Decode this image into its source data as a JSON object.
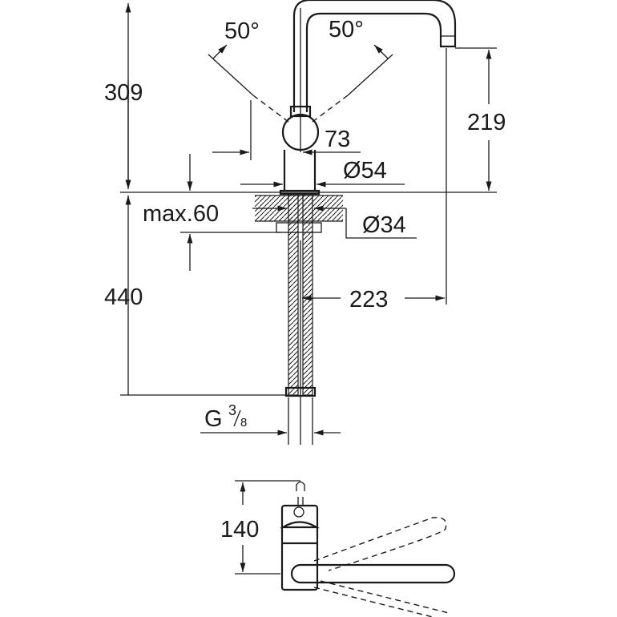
{
  "drawing": {
    "dimensions": {
      "total_height": "309",
      "spout_height": "219",
      "angle_left": "50°",
      "angle_right": "50°",
      "handle_offset": "73",
      "base_diameter": "Ø54",
      "hole_diameter": "Ø34",
      "max_deck_thickness": "max.60",
      "hose_length": "440",
      "spout_reach": "223",
      "connection_thread": "G",
      "thread_sup": "3",
      "thread_sub": "8",
      "top_view_depth": "140"
    },
    "colors": {
      "line": "#1a1a1a",
      "background": "#ffffff"
    }
  }
}
